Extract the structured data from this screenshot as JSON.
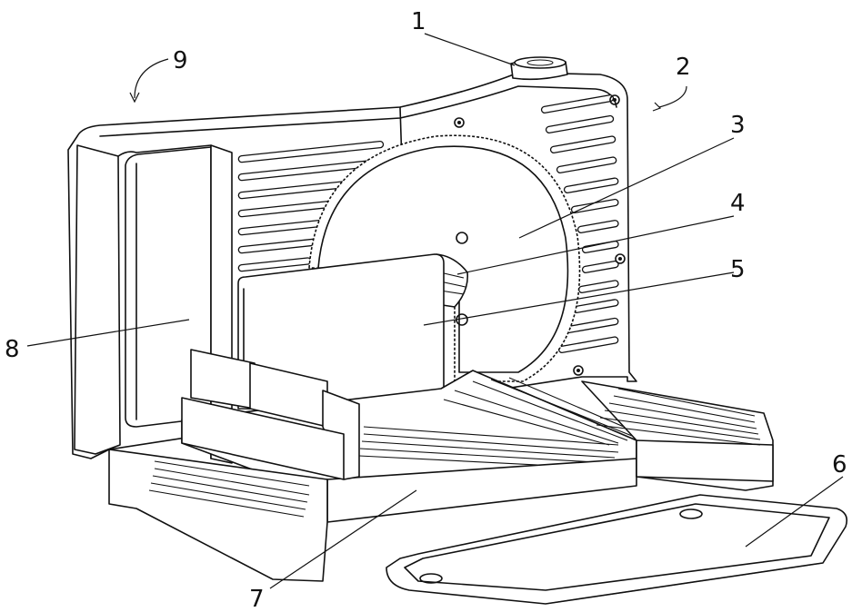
{
  "figure": {
    "callouts": [
      {
        "id": "callout-1",
        "label": "1"
      },
      {
        "id": "callout-2",
        "label": "2"
      },
      {
        "id": "callout-3",
        "label": "3"
      },
      {
        "id": "callout-4",
        "label": "4"
      },
      {
        "id": "callout-5",
        "label": "5"
      },
      {
        "id": "callout-6",
        "label": "6"
      },
      {
        "id": "callout-7",
        "label": "7"
      },
      {
        "id": "callout-8",
        "label": "8"
      },
      {
        "id": "callout-9",
        "label": "9"
      }
    ]
  }
}
